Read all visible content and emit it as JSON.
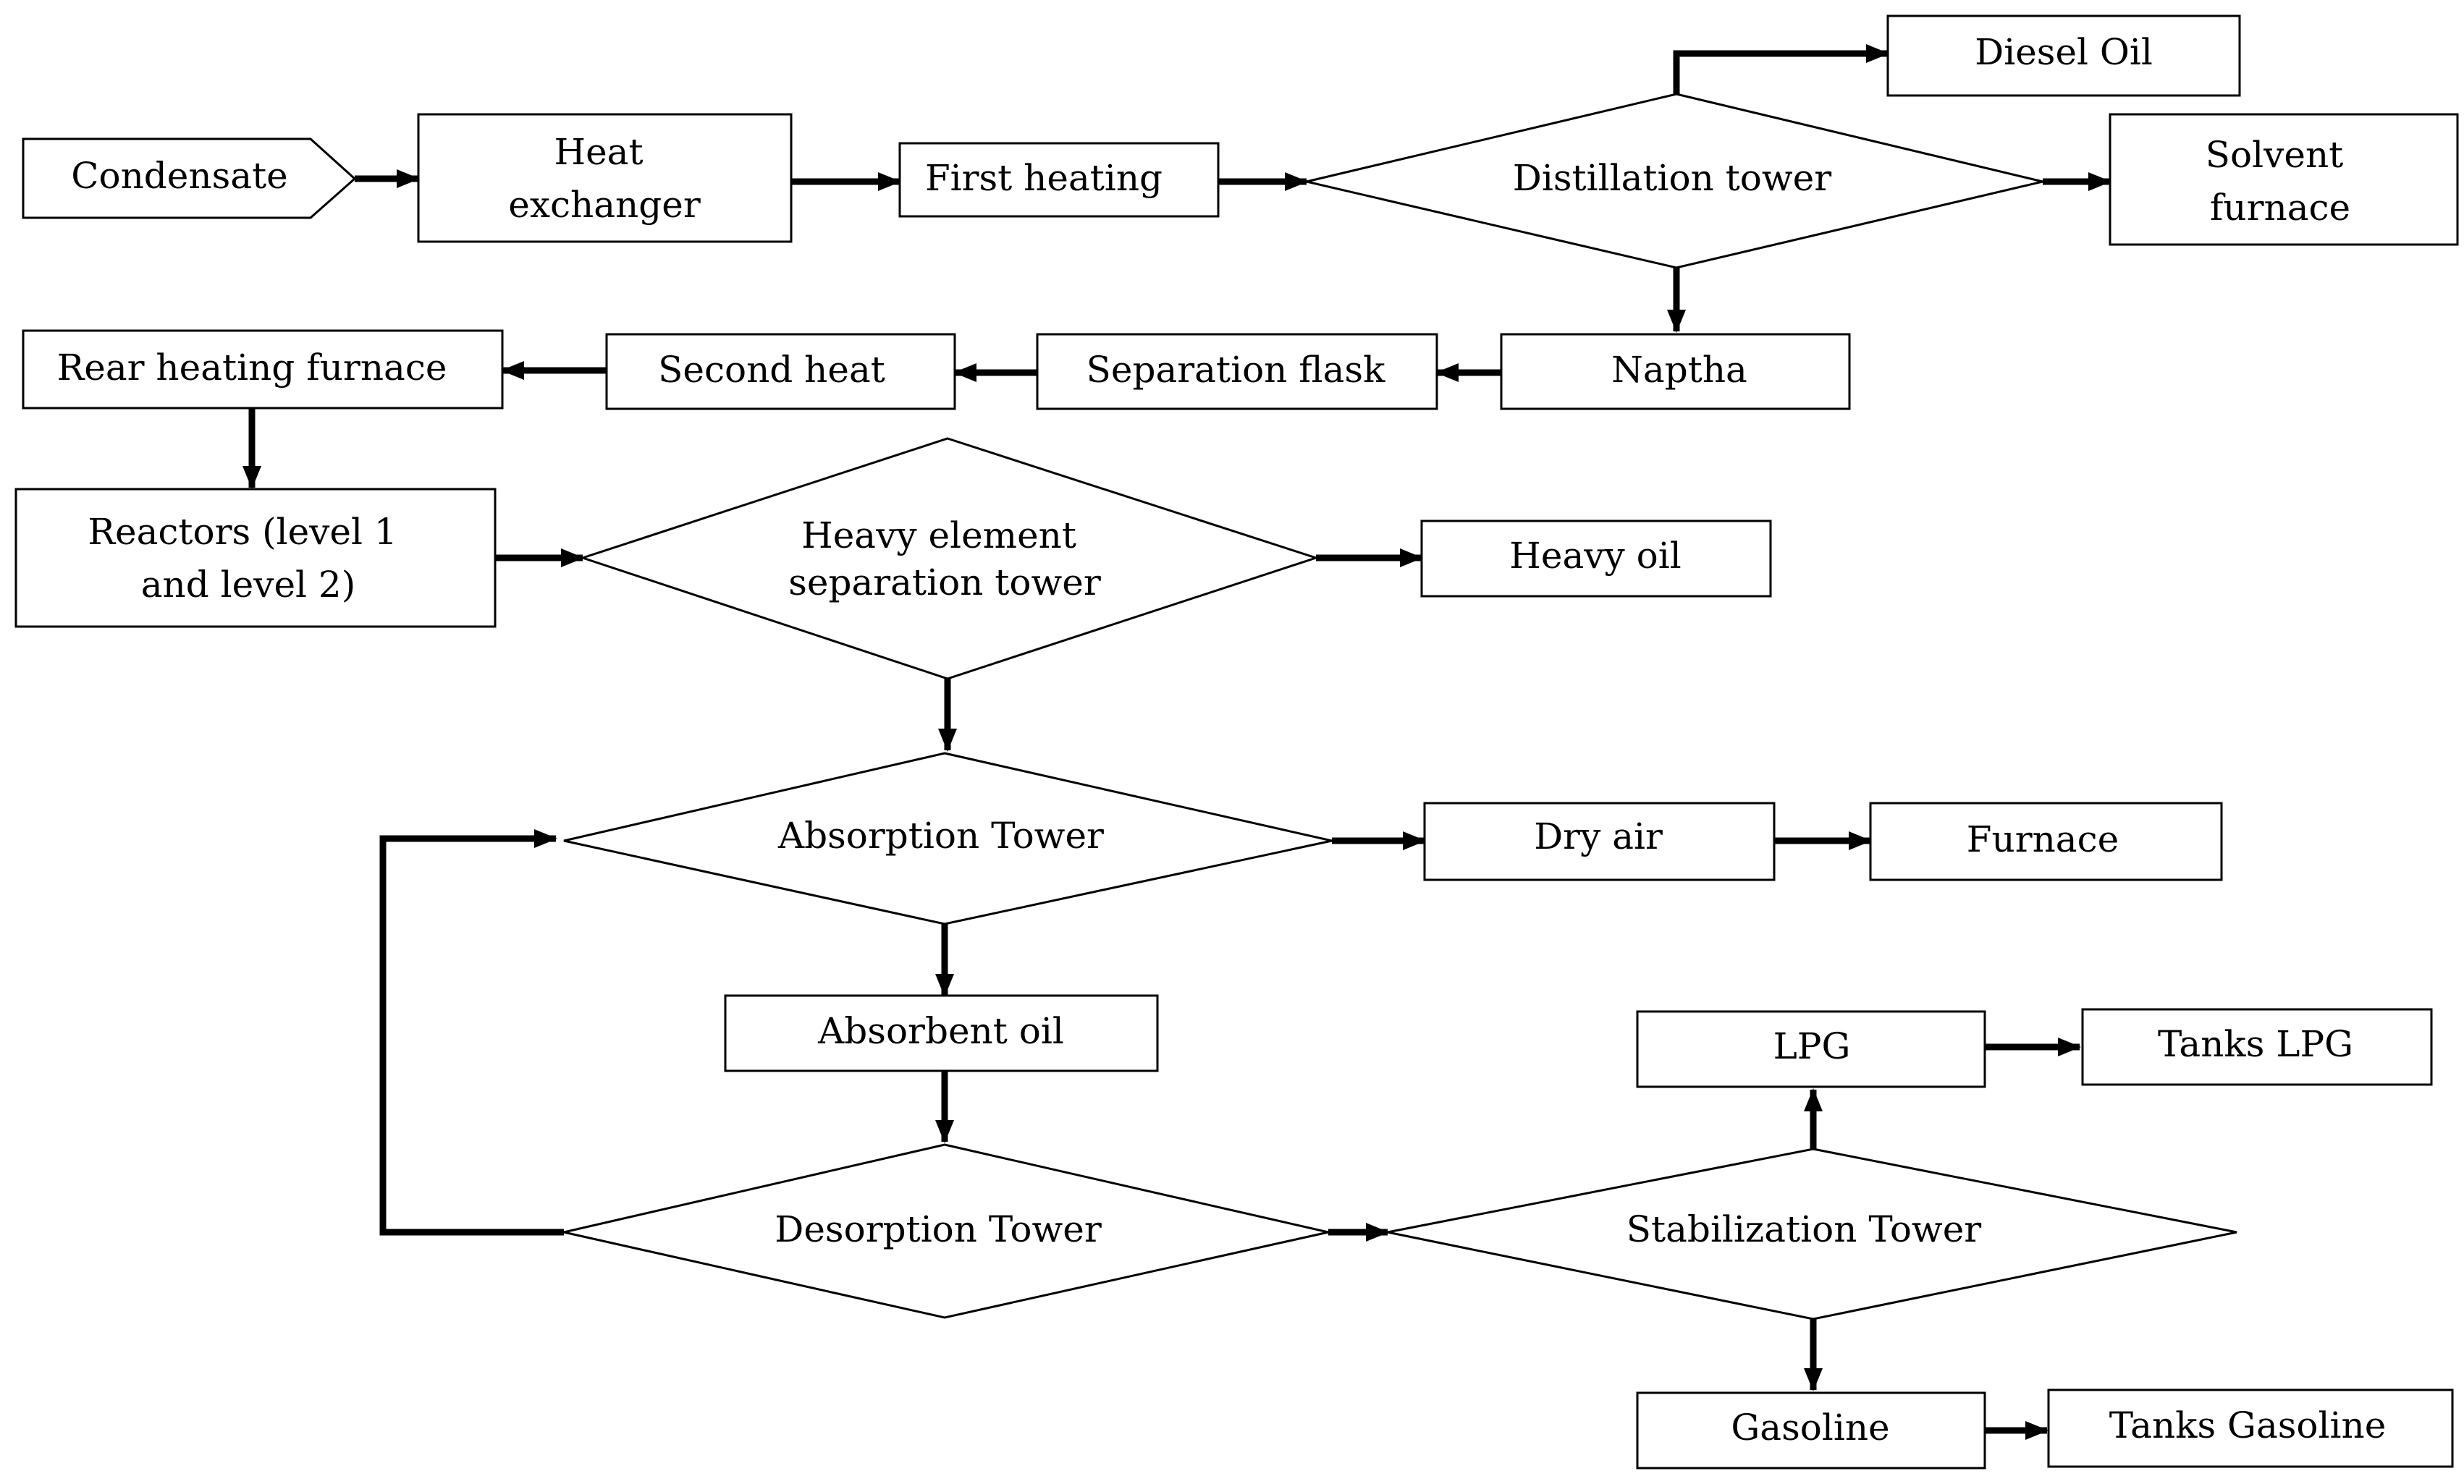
{
  "nodes": {
    "condensate": "Condensate",
    "heat_exchanger": [
      "Heat",
      "exchanger"
    ],
    "first_heating": "First heating",
    "distillation_tower": "Distillation tower",
    "diesel_oil": "Diesel Oil",
    "solvent_furnace": [
      "Solvent",
      "furnace"
    ],
    "naptha": "Naptha",
    "separation_flask": "Separation flask",
    "second_heat": "Second heat",
    "rear_heating_furnace": "Rear heating furnace",
    "reactors": [
      "Reactors (level 1",
      "and level 2)"
    ],
    "heavy_element_tower": [
      "Heavy element",
      "separation tower"
    ],
    "heavy_oil": "Heavy oil",
    "absorption_tower": "Absorption Tower",
    "dry_air": "Dry air",
    "furnace": "Furnace",
    "absorbent_oil": "Absorbent oil",
    "desorption_tower": "Desorption Tower",
    "stabilization_tower": "Stabilization Tower",
    "lpg": "LPG",
    "tanks_lpg": "Tanks LPG",
    "gasoline": "Gasoline",
    "tanks_gasoline": "Tanks Gasoline"
  },
  "edges": [
    [
      "condensate",
      "heat_exchanger"
    ],
    [
      "heat_exchanger",
      "first_heating"
    ],
    [
      "first_heating",
      "distillation_tower"
    ],
    [
      "distillation_tower",
      "diesel_oil"
    ],
    [
      "distillation_tower",
      "solvent_furnace"
    ],
    [
      "distillation_tower",
      "naptha"
    ],
    [
      "naptha",
      "separation_flask"
    ],
    [
      "separation_flask",
      "second_heat"
    ],
    [
      "second_heat",
      "rear_heating_furnace"
    ],
    [
      "rear_heating_furnace",
      "reactors"
    ],
    [
      "reactors",
      "heavy_element_tower"
    ],
    [
      "heavy_element_tower",
      "heavy_oil"
    ],
    [
      "heavy_element_tower",
      "absorption_tower"
    ],
    [
      "absorption_tower",
      "dry_air"
    ],
    [
      "dry_air",
      "furnace"
    ],
    [
      "absorption_tower",
      "absorbent_oil"
    ],
    [
      "absorbent_oil",
      "desorption_tower"
    ],
    [
      "desorption_tower",
      "absorption_tower"
    ],
    [
      "desorption_tower",
      "stabilization_tower"
    ],
    [
      "stabilization_tower",
      "lpg"
    ],
    [
      "lpg",
      "tanks_lpg"
    ],
    [
      "stabilization_tower",
      "gasoline"
    ],
    [
      "gasoline",
      "tanks_gasoline"
    ]
  ]
}
